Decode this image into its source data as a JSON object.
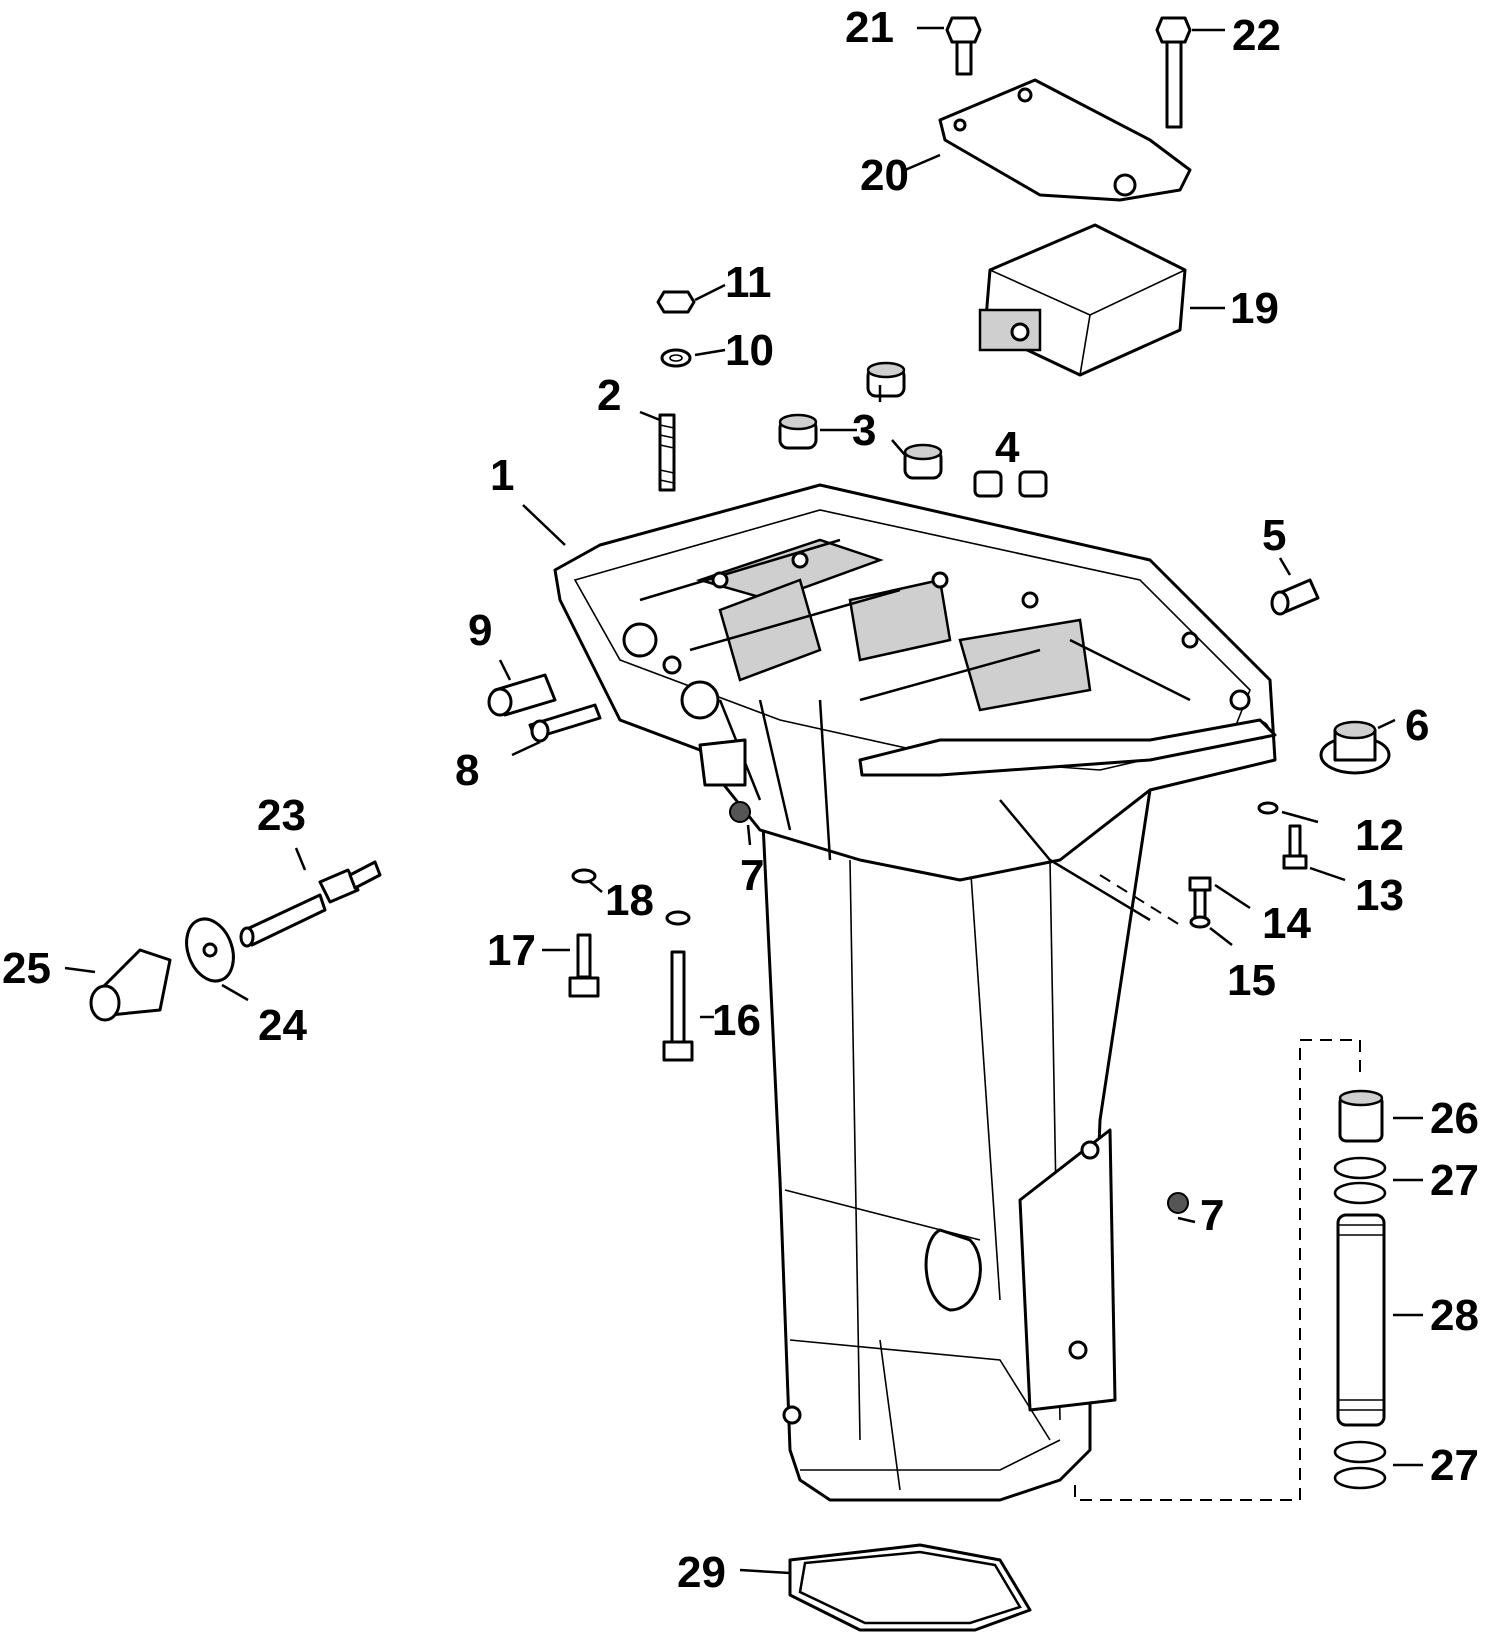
{
  "callouts": {
    "c1": "1",
    "c2": "2",
    "c3": "3",
    "c4": "4",
    "c5": "5",
    "c6": "6",
    "c7a": "7",
    "c7b": "7",
    "c8": "8",
    "c9": "9",
    "c10": "10",
    "c11": "11",
    "c12": "12",
    "c13": "13",
    "c14": "14",
    "c15": "15",
    "c16": "16",
    "c17": "17",
    "c18": "18",
    "c19": "19",
    "c20": "20",
    "c21": "21",
    "c22": "22",
    "c23": "23",
    "c24": "24",
    "c25": "25",
    "c26": "26",
    "c27a": "27",
    "c27b": "27",
    "c28": "28",
    "c29": "29"
  }
}
